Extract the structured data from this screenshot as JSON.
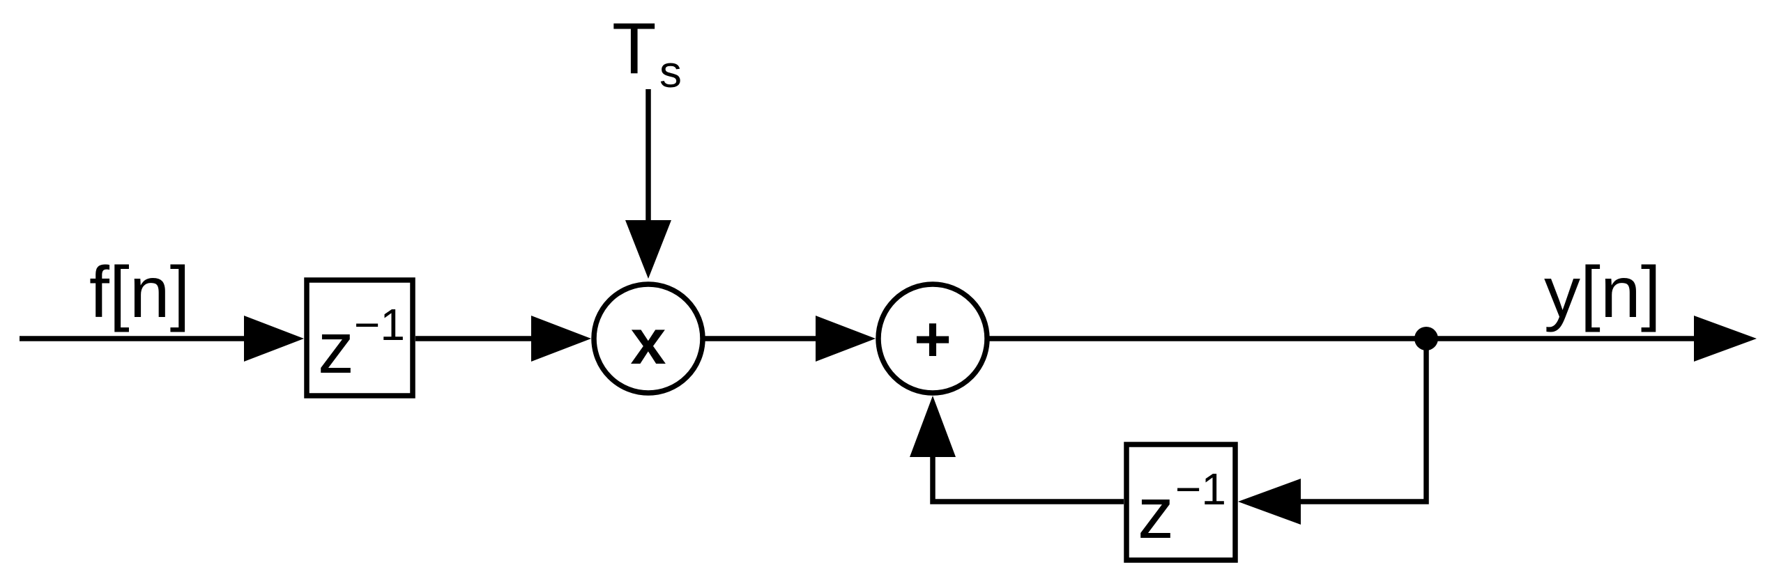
{
  "signals": {
    "input": "f[n]",
    "output": "y[n]",
    "gain_main": "T",
    "gain_sub": "s"
  },
  "delay_forward": {
    "base": "z",
    "exponent": "−1"
  },
  "delay_feedback": {
    "base": "z",
    "exponent": "−1"
  },
  "multiplier": {
    "symbol": "x"
  },
  "adder": {
    "symbol": "+"
  }
}
